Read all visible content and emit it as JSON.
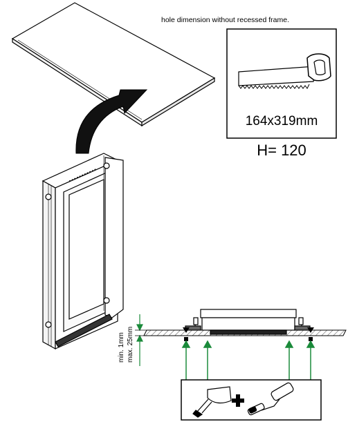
{
  "note": "hole dimension without recessed frame.",
  "cutout": {
    "dimension": "164x319mm",
    "height_label": "H= 120"
  },
  "thickness": {
    "min_label": "min. 1mm",
    "max_label": "max. 25mm"
  },
  "icons": {
    "saw": "hand-saw-icon",
    "trowel": "putty-knife-icon",
    "plus": "plus-icon",
    "roller": "paint-roller-icon"
  },
  "colors": {
    "line": "#000000",
    "arrow": "#1a8a3a",
    "hatch": "#444444"
  }
}
